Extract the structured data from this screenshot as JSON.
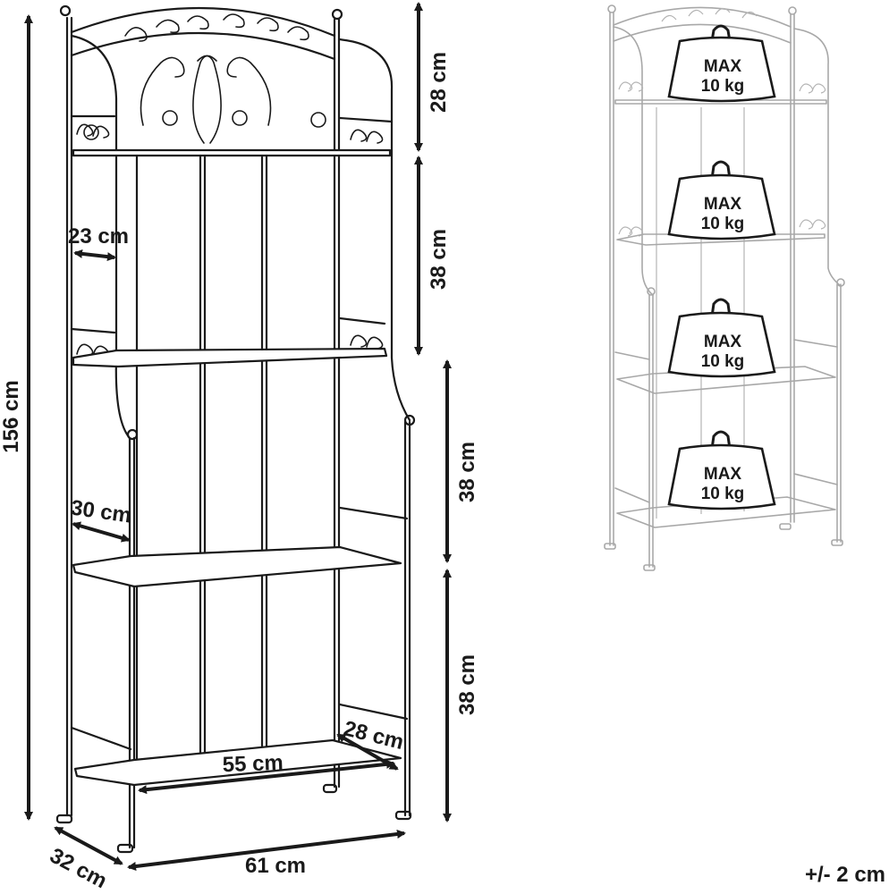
{
  "dimensions": {
    "height_total": "156 cm",
    "top_section": "28 cm",
    "section_2": "38 cm",
    "section_3": "38 cm",
    "section_4": "38 cm",
    "upper_shelf_depth": "23 cm",
    "lower_shelf_depth": "30 cm",
    "bottom_shelf_depth": "28 cm",
    "bottom_shelf_width": "55 cm",
    "overall_depth": "32 cm",
    "overall_width": "61 cm"
  },
  "load": {
    "weights": [
      {
        "line1": "MAX",
        "line2": "10 kg"
      },
      {
        "line1": "MAX",
        "line2": "10 kg"
      },
      {
        "line1": "MAX",
        "line2": "10 kg"
      },
      {
        "line1": "MAX",
        "line2": "10 kg"
      }
    ]
  },
  "tolerance": "+/- 2 cm"
}
